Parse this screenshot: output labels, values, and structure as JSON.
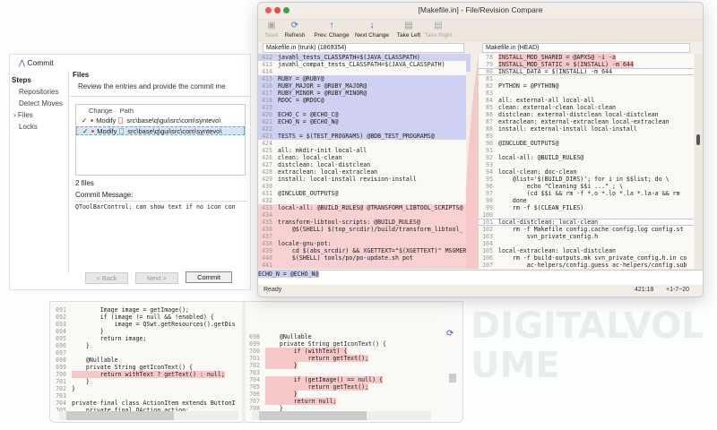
{
  "watermark": "DIGITALVOLUME",
  "commit": {
    "title": "Commit",
    "steps_header": "Steps",
    "steps": [
      "Repositories",
      "Detect Moves",
      "Files",
      "Locks"
    ],
    "active_step": "Files",
    "section_title": "Files",
    "description": "Review the entries and provide the commit me",
    "columns": [
      "Change",
      "Path"
    ],
    "rows": [
      {
        "change": "Modify",
        "path": "src\\base\\q\\gui\\src\\com\\syntevo\\",
        "checked": true
      },
      {
        "change": "Modify",
        "path": "src\\base\\q\\gui\\src\\com\\syntevo\\",
        "checked": true
      }
    ],
    "file_count": "2 files",
    "message_label": "Commit Message:",
    "message": "QToolBarControl: can show text if no icon con",
    "back": "< Back",
    "next": "Next >",
    "commit": "Commit"
  },
  "compare": {
    "title": "[Makefile.in] - File/Revision Compare",
    "toolbar": [
      {
        "label": "Save",
        "icon": "save-icon",
        "enabled": false
      },
      {
        "label": "Refresh",
        "icon": "refresh-icon",
        "enabled": true
      },
      {
        "label": "Prev. Change",
        "icon": "arrow-up-icon",
        "enabled": true
      },
      {
        "label": "Next Change",
        "icon": "arrow-down-icon",
        "enabled": true
      },
      {
        "label": "Take Left",
        "icon": "take-left-icon",
        "enabled": true
      },
      {
        "label": "Take Right",
        "icon": "take-right-icon",
        "enabled": false
      }
    ],
    "left_file": "Makefile.in (trunk) (1869354)",
    "right_file": "Makefile.in (HEAD)",
    "left_lines": [
      {
        "n": "412",
        "t": "javahl_tests_CLASSPATH=$(JAVA_CLASSPATH)",
        "h": "blue"
      },
      {
        "n": "413",
        "t": "javahl_compat_tests_CLASSPATH=$(JAVA_CLASSPATH)",
        "h": ""
      },
      {
        "n": "414",
        "t": "",
        "h": ""
      },
      {
        "n": "415",
        "t": "RUBY = @RUBY@",
        "h": "blue"
      },
      {
        "n": "416",
        "t": "RUBY_MAJOR = @RUBY_MAJOR@",
        "h": "blue"
      },
      {
        "n": "417",
        "t": "RUBY_MINOR = @RUBY_MINOR@",
        "h": "blue"
      },
      {
        "n": "418",
        "t": "RDOC = @RDOC@",
        "h": "blue"
      },
      {
        "n": "419",
        "t": "",
        "h": "blue"
      },
      {
        "n": "420",
        "t": "ECHO_C = @ECHO_C@",
        "h": "blue"
      },
      {
        "n": "421",
        "t": "ECHO_N = @ECHO_N@",
        "h": "blue"
      },
      {
        "n": "422",
        "t": "",
        "h": "blue"
      },
      {
        "n": "423",
        "t": "TESTS = $(TEST_PROGRAMS) @BDB_TEST_PROGRAMS@",
        "h": "blue"
      },
      {
        "n": "424",
        "t": "",
        "h": ""
      },
      {
        "n": "425",
        "t": "all: mkdir-init local-all",
        "h": ""
      },
      {
        "n": "426",
        "t": "clean: local-clean",
        "h": ""
      },
      {
        "n": "427",
        "t": "distclean: local-distclean",
        "h": ""
      },
      {
        "n": "428",
        "t": "extraclean: local-extraclean",
        "h": ""
      },
      {
        "n": "429",
        "t": "install: local-install revision-install",
        "h": ""
      },
      {
        "n": "430",
        "t": "",
        "h": ""
      },
      {
        "n": "431",
        "t": "@INCLUDE_OUTPUTS@",
        "h": ""
      },
      {
        "n": "432",
        "t": "",
        "h": ""
      },
      {
        "n": "433",
        "t": "local-all: @BUILD_RULES@ @TRANSFORM_LIBTOOL_SCRIPTS@",
        "h": "redfull"
      },
      {
        "n": "434",
        "t": "",
        "h": "redfull"
      },
      {
        "n": "435",
        "t": "transform-libtool-scripts: @BUILD_RULES@",
        "h": "redfull"
      },
      {
        "n": "436",
        "t": "    @$(SHELL) $(top_srcdir)/build/transform_libtool_",
        "h": "redfull"
      },
      {
        "n": "437",
        "t": "",
        "h": "redfull"
      },
      {
        "n": "438",
        "t": "locale-gnu-pot:",
        "h": "redfull"
      },
      {
        "n": "439",
        "t": "    cd $(abs_srcdir) && XGETTEXT=\"$(XGETTEXT)\" MSGMER",
        "h": "redfull"
      },
      {
        "n": "440",
        "t": "    $(SHELL) tools/po/po-update.sh pot",
        "h": "redfull"
      },
      {
        "n": "441",
        "t": "",
        "h": "redfull"
      }
    ],
    "right_lines": [
      {
        "n": "78",
        "t": "INSTALL_MOD_SHARED = @APXS@ -i -a",
        "h": "red"
      },
      {
        "n": "79",
        "t": "INSTALL_MOD_STATIC = $(INSTALL) -m 644",
        "h": "red"
      },
      {
        "n": "80",
        "t": "INSTALL_DATA = $(INSTALL) -m 644",
        "h": "cur"
      },
      {
        "n": "81",
        "t": "",
        "h": ""
      },
      {
        "n": "82",
        "t": "PYTHON = @PYTHON@",
        "h": ""
      },
      {
        "n": "83",
        "t": "",
        "h": ""
      },
      {
        "n": "84",
        "t": "all: external-all local-all",
        "h": ""
      },
      {
        "n": "85",
        "t": "clean: external-clean local-clean",
        "h": ""
      },
      {
        "n": "86",
        "t": "distclean: external-distclean local-distclean",
        "h": ""
      },
      {
        "n": "87",
        "t": "extraclean: external-extraclean local-extraclean",
        "h": ""
      },
      {
        "n": "88",
        "t": "install: external-install local-install",
        "h": ""
      },
      {
        "n": "89",
        "t": "",
        "h": ""
      },
      {
        "n": "90",
        "t": "@INCLUDE_OUTPUTS@",
        "h": ""
      },
      {
        "n": "91",
        "t": "",
        "h": ""
      },
      {
        "n": "92",
        "t": "local-all: @BUILD_RULES@",
        "h": ""
      },
      {
        "n": "93",
        "t": "",
        "h": ""
      },
      {
        "n": "94",
        "t": "local-clean: doc-clean",
        "h": ""
      },
      {
        "n": "95",
        "t": "    @list='$(BUILD_DIRS)'; for i in $$list; do \\",
        "h": ""
      },
      {
        "n": "96",
        "t": "        echo \"Cleaning $$i ...\" ; \\",
        "h": ""
      },
      {
        "n": "97",
        "t": "        (cd $$i && rm -f *.o *.lo *.la *.la-a && rm",
        "h": ""
      },
      {
        "n": "98",
        "t": "    done",
        "h": ""
      },
      {
        "n": "99",
        "t": "    rm -f $(CLEAN_FILES)",
        "h": ""
      },
      {
        "n": "100",
        "t": "",
        "h": ""
      },
      {
        "n": "101",
        "t": "local-distclean: local-clean",
        "h": "cur"
      },
      {
        "n": "102",
        "t": "    rm -f Makefile config.cache config.log config.st",
        "h": ""
      },
      {
        "n": "103",
        "t": "        svn_private_config.h",
        "h": ""
      },
      {
        "n": "104",
        "t": "",
        "h": ""
      },
      {
        "n": "105",
        "t": "local-extraclean: local-distclean",
        "h": ""
      },
      {
        "n": "106",
        "t": "    rm -f build-outputs.mk svn_private_config.h.in co",
        "h": ""
      },
      {
        "n": "107",
        "t": "        ac-helpers/config.guess ac-helpers/config.sub",
        "h": ""
      }
    ],
    "detail_line": "ECHO_N = @ECHO_N@",
    "status": "Ready",
    "position": "421:18",
    "changes": "+1-7~20"
  },
  "editor": {
    "left_lines": [
      {
        "n": "691",
        "t": "        Image image = getImage();",
        "h": ""
      },
      {
        "n": "692",
        "t": "        if (image != null && !enabled) {",
        "h": ""
      },
      {
        "n": "693",
        "t": "            image = QSwt.getResources().getDis",
        "h": ""
      },
      {
        "n": "694",
        "t": "        }",
        "h": ""
      },
      {
        "n": "695",
        "t": "        return image;",
        "h": ""
      },
      {
        "n": "696",
        "t": "    }",
        "h": ""
      },
      {
        "n": "697",
        "t": "",
        "h": ""
      },
      {
        "n": "698",
        "t": "    @Nullable",
        "h": ""
      },
      {
        "n": "699",
        "t": "    private String getIconText() {",
        "h": ""
      },
      {
        "n": "700",
        "t": "        return withText ? getText() : null;",
        "h": "red"
      },
      {
        "n": "701",
        "t": "    }",
        "h": ""
      },
      {
        "n": "702",
        "t": "}",
        "h": ""
      },
      {
        "n": "703",
        "t": "",
        "h": ""
      },
      {
        "n": "704",
        "t": "private final class ActionItem extends ButtonI",
        "h": ""
      },
      {
        "n": "705",
        "t": "    private final QAction action;",
        "h": ""
      }
    ],
    "right_lines": [
      {
        "n": "698",
        "t": "    @Nullable",
        "h": ""
      },
      {
        "n": "699",
        "t": "    private String getIconText() {",
        "h": ""
      },
      {
        "n": "700",
        "t": "        if (withText) {",
        "h": "red"
      },
      {
        "n": "701",
        "t": "            return getText();",
        "h": "red"
      },
      {
        "n": "702",
        "t": "        }",
        "h": "red"
      },
      {
        "n": "703",
        "t": "",
        "h": ""
      },
      {
        "n": "704",
        "t": "        if (getImage() == null) {",
        "h": "red"
      },
      {
        "n": "705",
        "t": "            return getText();",
        "h": "red"
      },
      {
        "n": "706",
        "t": "        }",
        "h": "red"
      },
      {
        "n": "707",
        "t": "        return null;",
        "h": "red"
      },
      {
        "n": "708",
        "t": "    }",
        "h": ""
      }
    ]
  },
  "colors": {
    "added": "#f6c8c8",
    "selected": "#cfd0f2",
    "accent": "#3a55c8"
  }
}
